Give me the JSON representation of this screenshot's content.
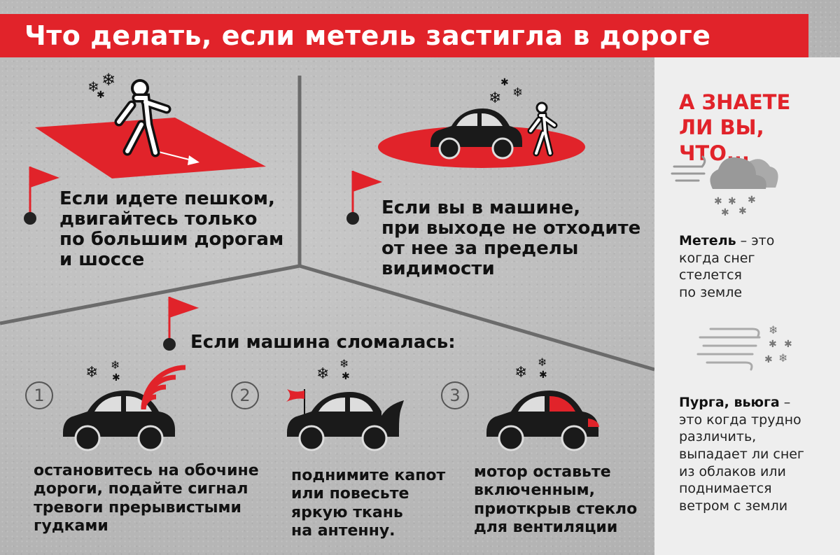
{
  "title": "Что делать, если метель застигла в дороге",
  "sections": {
    "walking": {
      "lines": [
        "Если идете пешком,",
        "двигайтесь только",
        "по большим дорогам",
        "и шоссе"
      ]
    },
    "in_car": {
      "lines": [
        "Если вы в машине,",
        "при выходе не отходите",
        "от нее за пределы",
        "видимости"
      ]
    },
    "broken": {
      "heading": "Если машина сломалась:",
      "steps": [
        {
          "number": "1",
          "lines": [
            "остановитесь на обочине",
            "дороги, подайте сигнал",
            "тревоги прерывистыми",
            "гудками"
          ]
        },
        {
          "number": "2",
          "lines": [
            "поднимите капот",
            "или повесьте",
            "яркую ткань",
            "на антенну."
          ]
        },
        {
          "number": "3",
          "lines": [
            "мотор оставьте",
            "включенным,",
            "приоткрыв стекло",
            "для вентиляции"
          ]
        }
      ]
    }
  },
  "sidebar": {
    "heading_lines": [
      "А ЗНАЕТЕ",
      "ЛИ ВЫ, ЧТО..."
    ],
    "fact1": {
      "term": "Метель",
      "rest_lines": [
        " – это",
        "когда снег",
        "стелется",
        "по земле"
      ]
    },
    "fact2": {
      "term": "Пурга, вьюга",
      "rest_lines": [
        " –",
        "это когда трудно",
        "различить,",
        "выпадает ли снег",
        "из облаков или",
        "поднимается",
        "ветром с земли"
      ]
    }
  },
  "colors": {
    "accent": "#e1232a",
    "dark": "#111111",
    "sidebar_bg": "#eeeeee"
  },
  "icons": [
    "flag-icon",
    "snowflake-icon",
    "car-icon",
    "pedestrian-icon",
    "cloud-icon",
    "wind-icon",
    "horn-signal-icon"
  ]
}
